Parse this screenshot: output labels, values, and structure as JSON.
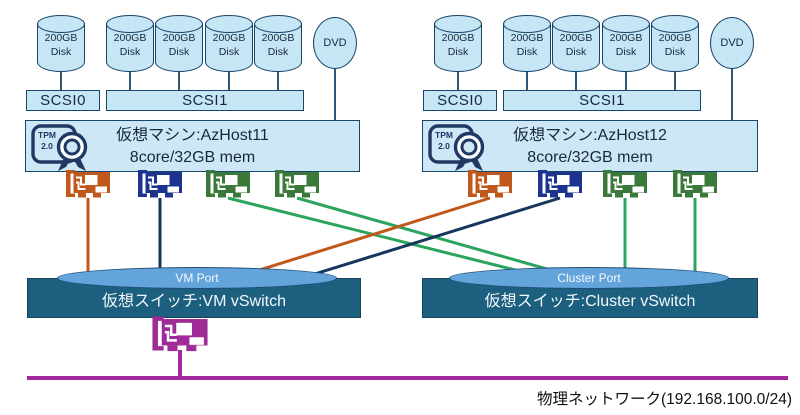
{
  "hosts": [
    {
      "title": "仮想マシン:AzHost11",
      "spec": "8core/32GB mem",
      "tpm_line1": "TPM",
      "tpm_line2": "2.0",
      "scsi0": "SCSI0",
      "scsi1": "SCSI1",
      "disks": [
        "200GB Disk",
        "200GB Disk",
        "200GB Disk",
        "200GB Disk",
        "200GB Disk"
      ],
      "dvd": "DVD",
      "nics": [
        "orange",
        "navy",
        "green",
        "green"
      ]
    },
    {
      "title": "仮想マシン:AzHost12",
      "spec": "8core/32GB mem",
      "tpm_line1": "TPM",
      "tpm_line2": "2.0",
      "scsi0": "SCSI0",
      "scsi1": "SCSI1",
      "disks": [
        "200GB Disk",
        "200GB Disk",
        "200GB Disk",
        "200GB Disk",
        "200GB Disk"
      ],
      "dvd": "DVD",
      "nics": [
        "orange",
        "navy",
        "green",
        "green"
      ]
    }
  ],
  "switches": [
    {
      "port_label": "VM Port",
      "label": "仮想スイッチ:VM vSwitch"
    },
    {
      "port_label": "Cluster Port",
      "label": "仮想スイッチ:Cluster vSwitch"
    }
  ],
  "physical_network": {
    "label": "物理ネットワーク(192.168.100.0/24)",
    "management_nic": "magenta"
  },
  "colors": {
    "outline_navy": "#17456B",
    "disk_fill": "#C6E5F5",
    "vm_fill": "#CDE7F6",
    "switch_fill": "#1D5F7E",
    "port_fill": "#63A4DB",
    "port_stroke": "#1F4E79",
    "tpm_navy": "#1F3864",
    "nic_orange": "#C0571B",
    "nic_navy": "#1C3490",
    "nic_green": "#3A793A",
    "nic_magenta": "#9E2B97",
    "wire_orange": "#C0571B",
    "wire_navy": "#17365D",
    "wire_green": "#2BA45D",
    "physical_purple": "#A3299B",
    "text_dark": "#17293F",
    "text_light": "#F2F8FC"
  }
}
